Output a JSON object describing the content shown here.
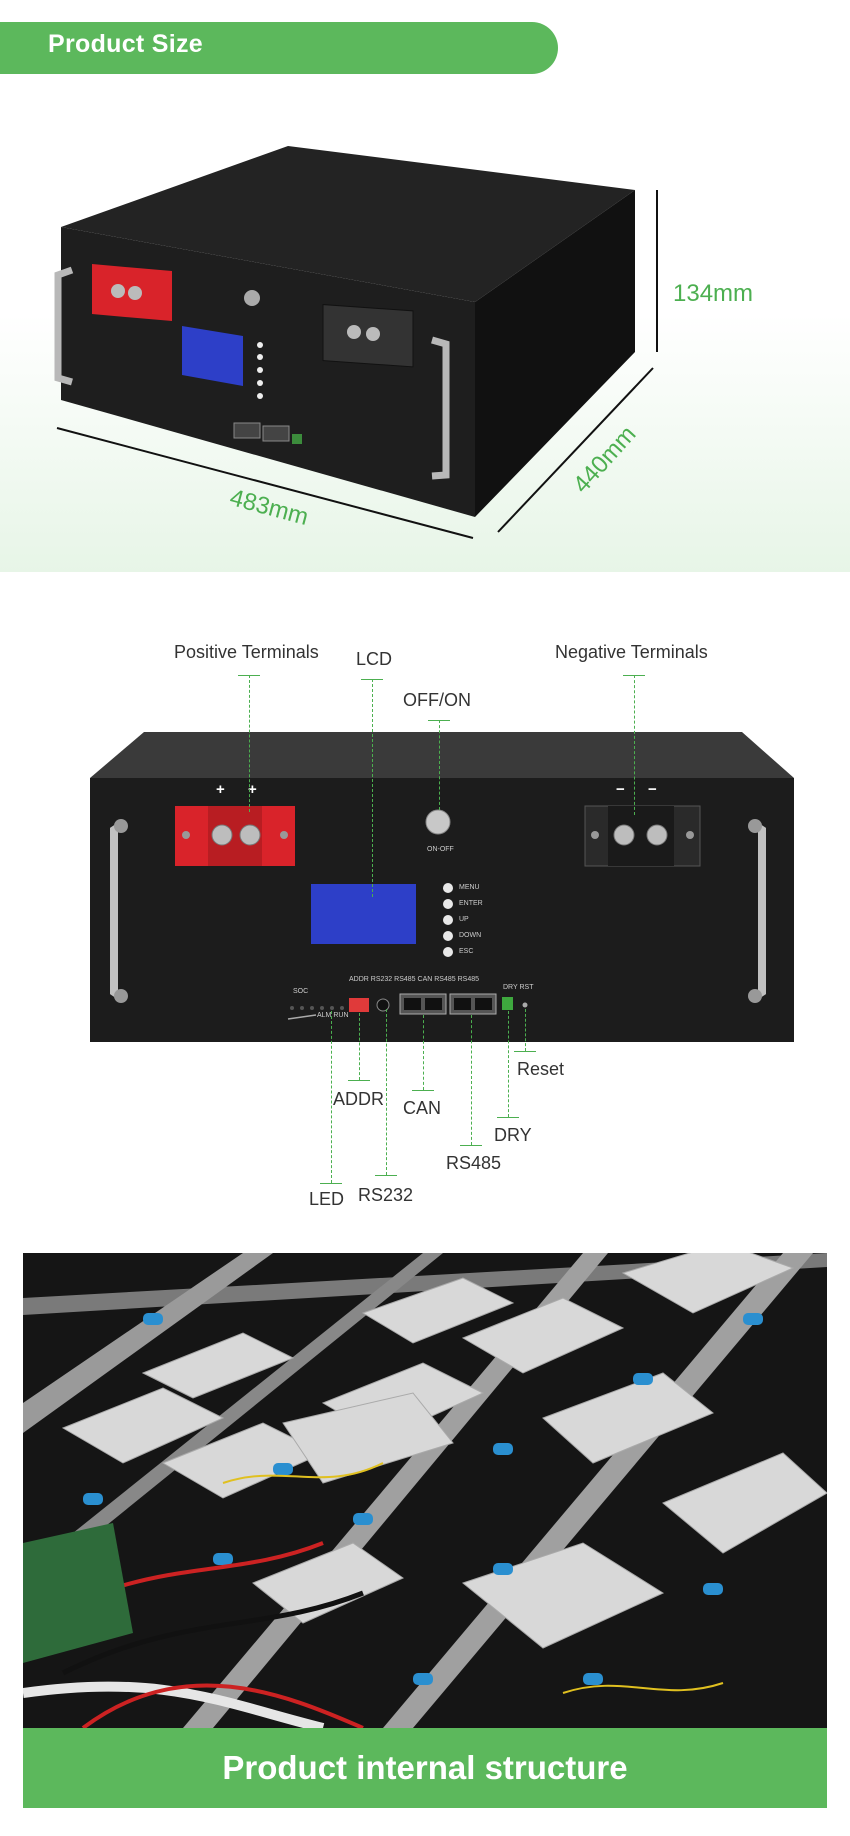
{
  "header": {
    "title": "Product Size"
  },
  "dimensions": {
    "height": "134mm",
    "width": "483mm",
    "depth": "440mm"
  },
  "front_panel": {
    "on_off": "ON-OFF",
    "menu_buttons": [
      "MENU",
      "ENTER",
      "UP",
      "DOWN",
      "ESC"
    ],
    "port_labels": [
      "ADDR",
      "RS232",
      "RS485",
      "CAN",
      "RS485",
      "RS485",
      "DRY",
      "RST"
    ],
    "soc": "SOC",
    "alm_run": "ALM RUN",
    "plus": "+",
    "minus": "−"
  },
  "callouts": {
    "positive_terminals": "Positive Terminals",
    "lcd": "LCD",
    "off_on": "OFF/ON",
    "negative_terminals": "Negative Terminals",
    "reset": "Reset",
    "addr": "ADDR",
    "can": "CAN",
    "dry": "DRY",
    "rs485": "RS485",
    "led": "LED",
    "rs232": "RS232"
  },
  "footer": {
    "title": "Product internal structure"
  },
  "colors": {
    "accent_green": "#5cb85c",
    "dim_green": "#4caf50",
    "lcd_blue": "#2d3fc8",
    "terminal_red": "#d9232a"
  }
}
